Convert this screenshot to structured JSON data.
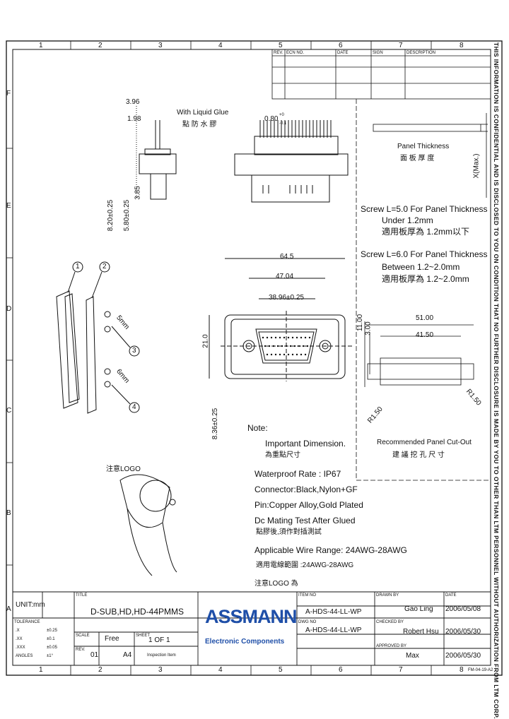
{
  "grid": {
    "columns": [
      "1",
      "2",
      "3",
      "4",
      "5",
      "6",
      "7",
      "8"
    ],
    "rows": [
      "F",
      "E",
      "D",
      "C",
      "B",
      "A"
    ]
  },
  "revision_table": {
    "headers": [
      "REV.",
      "ECN NO.",
      "DATE",
      "SIGN",
      "DESCRIPTION"
    ]
  },
  "side_notice": "THIS INFORMATION IS CONFIDENTIAL AND IS DISCLOSED TO YOU ON CONDITION THAT NO FURTHER DISCLOSURE IS MADE BY YOU TO OTHER THAN LTM PERSONNEL WITHOUT AUTHORIZATION FROM LTM CORP.",
  "side_view": {
    "dim_396": "3.96",
    "dim_198": "1.98",
    "glue_en": "With Liquid Glue",
    "glue_zh": "點 防 水 膠",
    "dim_820": "8.20±0.25",
    "dim_580": "5.80±0.25",
    "dim_385": "3.85",
    "pin_dim": "0.80",
    "pin_tol_plus": "+0",
    "pin_tol_minus": "-0.1",
    "dim_836": "8.36±0.25"
  },
  "front_view": {
    "dim_645": "64.5",
    "dim_4704": "47.04",
    "dim_3896": "38.96±0.25",
    "dim_210": "21.0"
  },
  "panel": {
    "thickness_en": "Panel Thickness",
    "thickness_zh": "面 板 厚 度",
    "xmax": "X(Max.)",
    "note1_line1": "Screw L=5.0 For Panel Thickness",
    "note1_line2": "Under 1.2mm",
    "note1_line3": "適用板厚為 1.2mm以下",
    "note2_line1": "Screw L=6.0 For Panel Thickness",
    "note2_line2": "Between 1.2~2.0mm",
    "note2_line3": "適用板厚為 1.2~2.0mm",
    "cut_51": "51.00",
    "cut_415": "41.50",
    "cut_11": "11.00",
    "cut_3": "3.00",
    "r150a": "R1.50",
    "r150b": "R1.50",
    "cutout_en": "Recommended Panel Cut-Out",
    "cutout_zh": "建 議 挖 孔 尺 寸"
  },
  "exploded": {
    "callout_1": "1",
    "callout_2": "2",
    "callout_3": "3",
    "callout_4": "4",
    "screw_a": "5mm",
    "screw_b": "6mm",
    "logo_note": "注意LOGO"
  },
  "notes": {
    "title": "Note:",
    "items": [
      "Important Dimension.",
      "為重點尺寸",
      "Waterproof Rate : IP67",
      "Connector:Black,Nylon+GF",
      "Pin:Copper Alloy,Gold Plated",
      "Dc Mating Test After Glued",
      "點膠後,須作對插測試",
      "Applicable Wire Range: 24AWG-28AWG",
      "適用電線範圍 :24AWG-28AWG",
      "注意LOGO 為"
    ]
  },
  "title_block": {
    "unit": "UNIT:mm",
    "title_label": "TITLE",
    "title": "D-SUB,HD,HD-44PMMS",
    "tolerance_label": "TOLERANCE",
    "tolerances": [
      {
        "k": ".X",
        "v": "±0.25"
      },
      {
        "k": ".XX",
        "v": "±0.1"
      },
      {
        "k": ".XXX",
        "v": "±0.05"
      },
      {
        "k": "ANGLES",
        "v": "±1°"
      }
    ],
    "scale_label": "SCALE",
    "scale": "Free",
    "sheet_label": "SHEET",
    "sheet": "1  OF  1",
    "rev_label": "REV.",
    "rev": "01",
    "size": "A4",
    "inspection": "Inspection Item",
    "logo_main": "ASSMANN",
    "logo_sub": "Electronic Components",
    "item_no_label": "ITEM NO",
    "item_no": "A-HDS-44-LL-WP",
    "dwg_no_label": "DWG NO",
    "dwg_no": "A-HDS-44-LL-WP",
    "drawn_label": "DRAWN BY",
    "drawn": "Gao Ling",
    "checked_label": "CHECKED BY",
    "checked": "Robert Hsu",
    "approved_label": "APPROVED BY",
    "approved": "Max",
    "date_label": "DATE",
    "date1": "2006/05/08",
    "date2": "2006/05/30",
    "date3": "2006/05/30",
    "form_no": "FM-04-19-A2"
  }
}
